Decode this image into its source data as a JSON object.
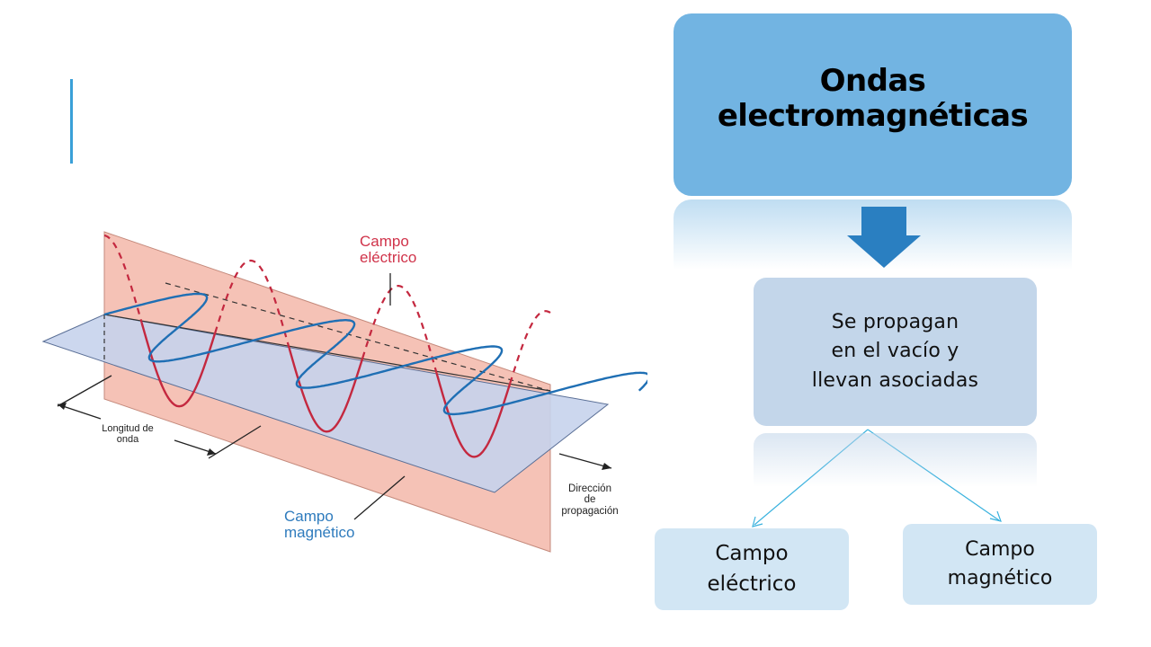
{
  "figure": {
    "electric_label": "Campo\neléctrico",
    "magnetic_label": "Campo\nmagnético",
    "wavelength_label": "Longitud de\nonda",
    "direction_label": "Dirección\nde\npropagación",
    "colors": {
      "electric_plane": "#f5c2b6",
      "electric_wave": "#c4283f",
      "magnetic_plane": "#c6d3ec",
      "magnetic_wave": "#1f6fb4",
      "electric_label": "#d0334a",
      "magnetic_label": "#2e7bbd"
    }
  },
  "flow": {
    "title": "Ondas\nelectromagnéticas",
    "middle": "Se propagan\nen el  vacío y\nllevan asociadas",
    "leaf_left": "Campo\neléctrico",
    "leaf_right": "Campo\nmagnético",
    "colors": {
      "title_box": "#72b4e2",
      "down_arrow": "#2a7fc1",
      "middle_box": "#c3d6ea",
      "leaf_box": "#d2e6f4",
      "connector": "#3ab2de"
    }
  }
}
